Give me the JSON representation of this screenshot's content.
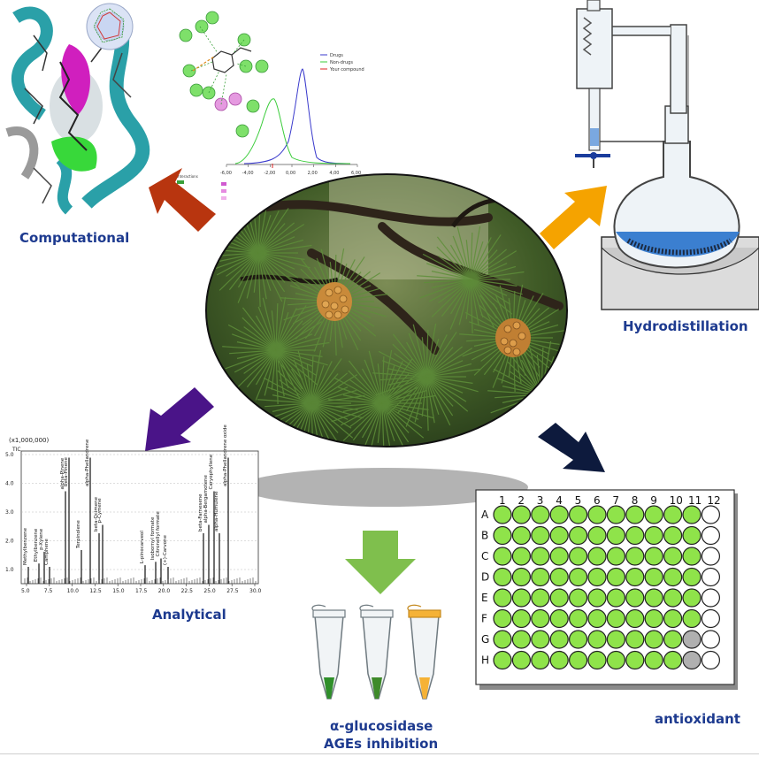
{
  "labels": {
    "computational": "Computational",
    "hydrodistillation": "Hydrodistillation",
    "analytical": "Analytical",
    "antioxidant": "antioxidant",
    "glucosidase": "α-glucosidase",
    "ages": "AGEs inhibition"
  },
  "colors": {
    "label_blue": "#1d3a8f",
    "arrow_computational": "#b8350f",
    "arrow_hydro": "#f5a300",
    "arrow_analytical": "#4a1488",
    "arrow_antioxidant": "#0d1a3d",
    "arrow_bottom": "#7fbf4d",
    "well_green": "#8fe34a",
    "well_grey": "#b0b0b0"
  },
  "plate": {
    "columns": [
      "1",
      "2",
      "3",
      "4",
      "5",
      "6",
      "7",
      "8",
      "9",
      "10",
      "11",
      "12"
    ],
    "rows": [
      "A",
      "B",
      "C",
      "D",
      "E",
      "F",
      "G",
      "H"
    ]
  },
  "chromatogram": {
    "y_unit": "(x1,000,000)",
    "y_ticks": [
      "5.0",
      "4.0",
      "3.0",
      "2.0",
      "1.0"
    ],
    "tic": "TIC",
    "x_ticks": [
      "5.0",
      "7.5",
      "10.0",
      "12.5",
      "15.0",
      "17.5",
      "20.0",
      "22.5",
      "25.0",
      "27.5",
      "30.0"
    ],
    "peaks": [
      "Methylbenzene",
      "Ethylbenzene",
      "p-Xylene",
      "Camphene",
      "alpha-Pinene",
      "beta-Pinene",
      "Terpinolene",
      "alpha-Phellandrene",
      "beta-Ocimene",
      "p-Cymene",
      "L-pinocarveol",
      "Isobornyl formate",
      "Citronellyl formate",
      "(+)-Carvone",
      "beta-Farnesene",
      "alpha-Bergamotene",
      "Caryophyllene",
      "alpha-Humulene",
      "alpha-Phellandrene oxide"
    ]
  },
  "density_plot": {
    "legend": [
      "Drugs",
      "Non-drugs",
      "Your compound"
    ],
    "x_ticks": [
      "-6,00",
      "-4,00",
      "-2,00",
      "0,00",
      "2,00",
      "4,00",
      "6,00"
    ]
  }
}
